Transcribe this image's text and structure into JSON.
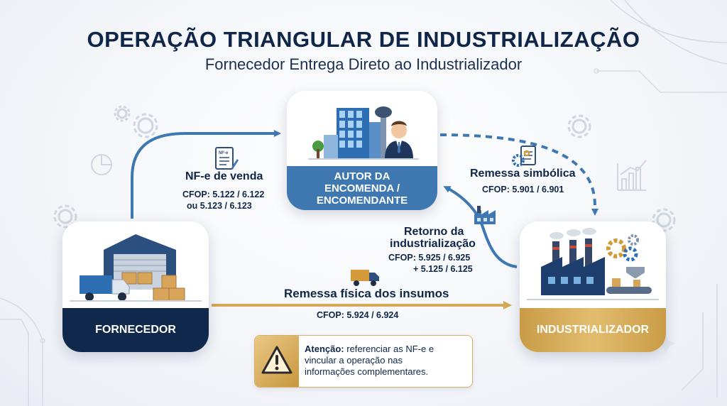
{
  "title": "OPERAÇÃO TRIANGULAR DE INDUSTRIALIZAÇÃO",
  "subtitle": "Fornecedor Entrega Direto ao Industrializador",
  "nodes": {
    "autor": {
      "label_line1": "AUTOR DA",
      "label_line2": "ENCOMENDA /",
      "label_line3": "ENCOMENDANTE"
    },
    "fornecedor": {
      "label": "FORNECEDOR"
    },
    "industrializador": {
      "label": "INDUSTRIALIZADOR"
    }
  },
  "flows": {
    "venda": {
      "label": "NF-e de venda",
      "cfop_line1": "CFOP: 5.122 / 6.122",
      "cfop_line2": "ou 5.123 / 6.123",
      "doc_icon_text": "NF-e"
    },
    "simbolica": {
      "label": "Remessa simbólica",
      "cfop": "CFOP: 5.901 / 6.901"
    },
    "retorno": {
      "label_line1": "Retorno da",
      "label_line2": "industrialização",
      "cfop_line1": "CFOP: 5.925 / 6.925",
      "cfop_line2": "+ 5.125 / 6.125"
    },
    "fisica": {
      "label": "Remessa física dos insumos",
      "cfop": "CFOP: 5.924 / 6.924"
    }
  },
  "alert": {
    "bold": "Atenção:",
    "text_line1": " referenciar as NF-e e",
    "text_line2": "vincular a operação nas",
    "text_line3": "informações complementares."
  },
  "colors": {
    "navy": "#10284c",
    "blue": "#3f78b1",
    "gold": "#d4a856"
  }
}
